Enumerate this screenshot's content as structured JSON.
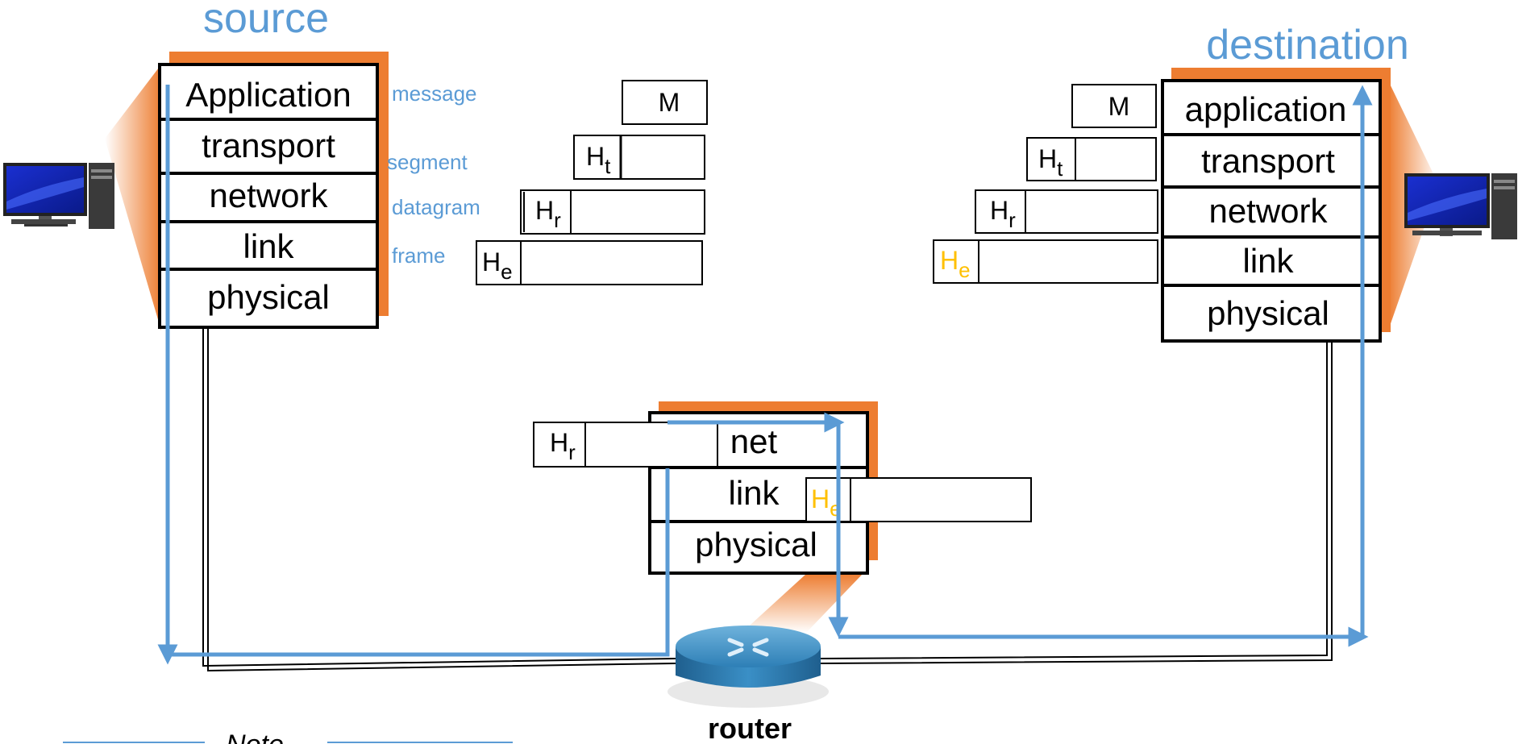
{
  "titles": {
    "source": "source",
    "destination": "destination",
    "router": "router"
  },
  "source_stack": [
    "Application",
    "transport",
    "network",
    "link",
    "physical"
  ],
  "destination_stack": [
    "application",
    "transport",
    "network",
    "link",
    "physical"
  ],
  "router_stack": [
    "net",
    "link",
    "physical"
  ],
  "pdu_labels": {
    "message": "message",
    "segment": "segment",
    "datagram": "datagram",
    "frame": "frame"
  },
  "headers": {
    "message": "M",
    "transport_H": "H",
    "transport_sub": "t",
    "network_H": "H",
    "network_sub": "r",
    "link_H": "H",
    "link_sub": "e"
  },
  "note": "Note",
  "colors": {
    "accent_blue": "#5b9bd5",
    "orange": "#ed7d31",
    "yellow_header": "#ffc000"
  }
}
